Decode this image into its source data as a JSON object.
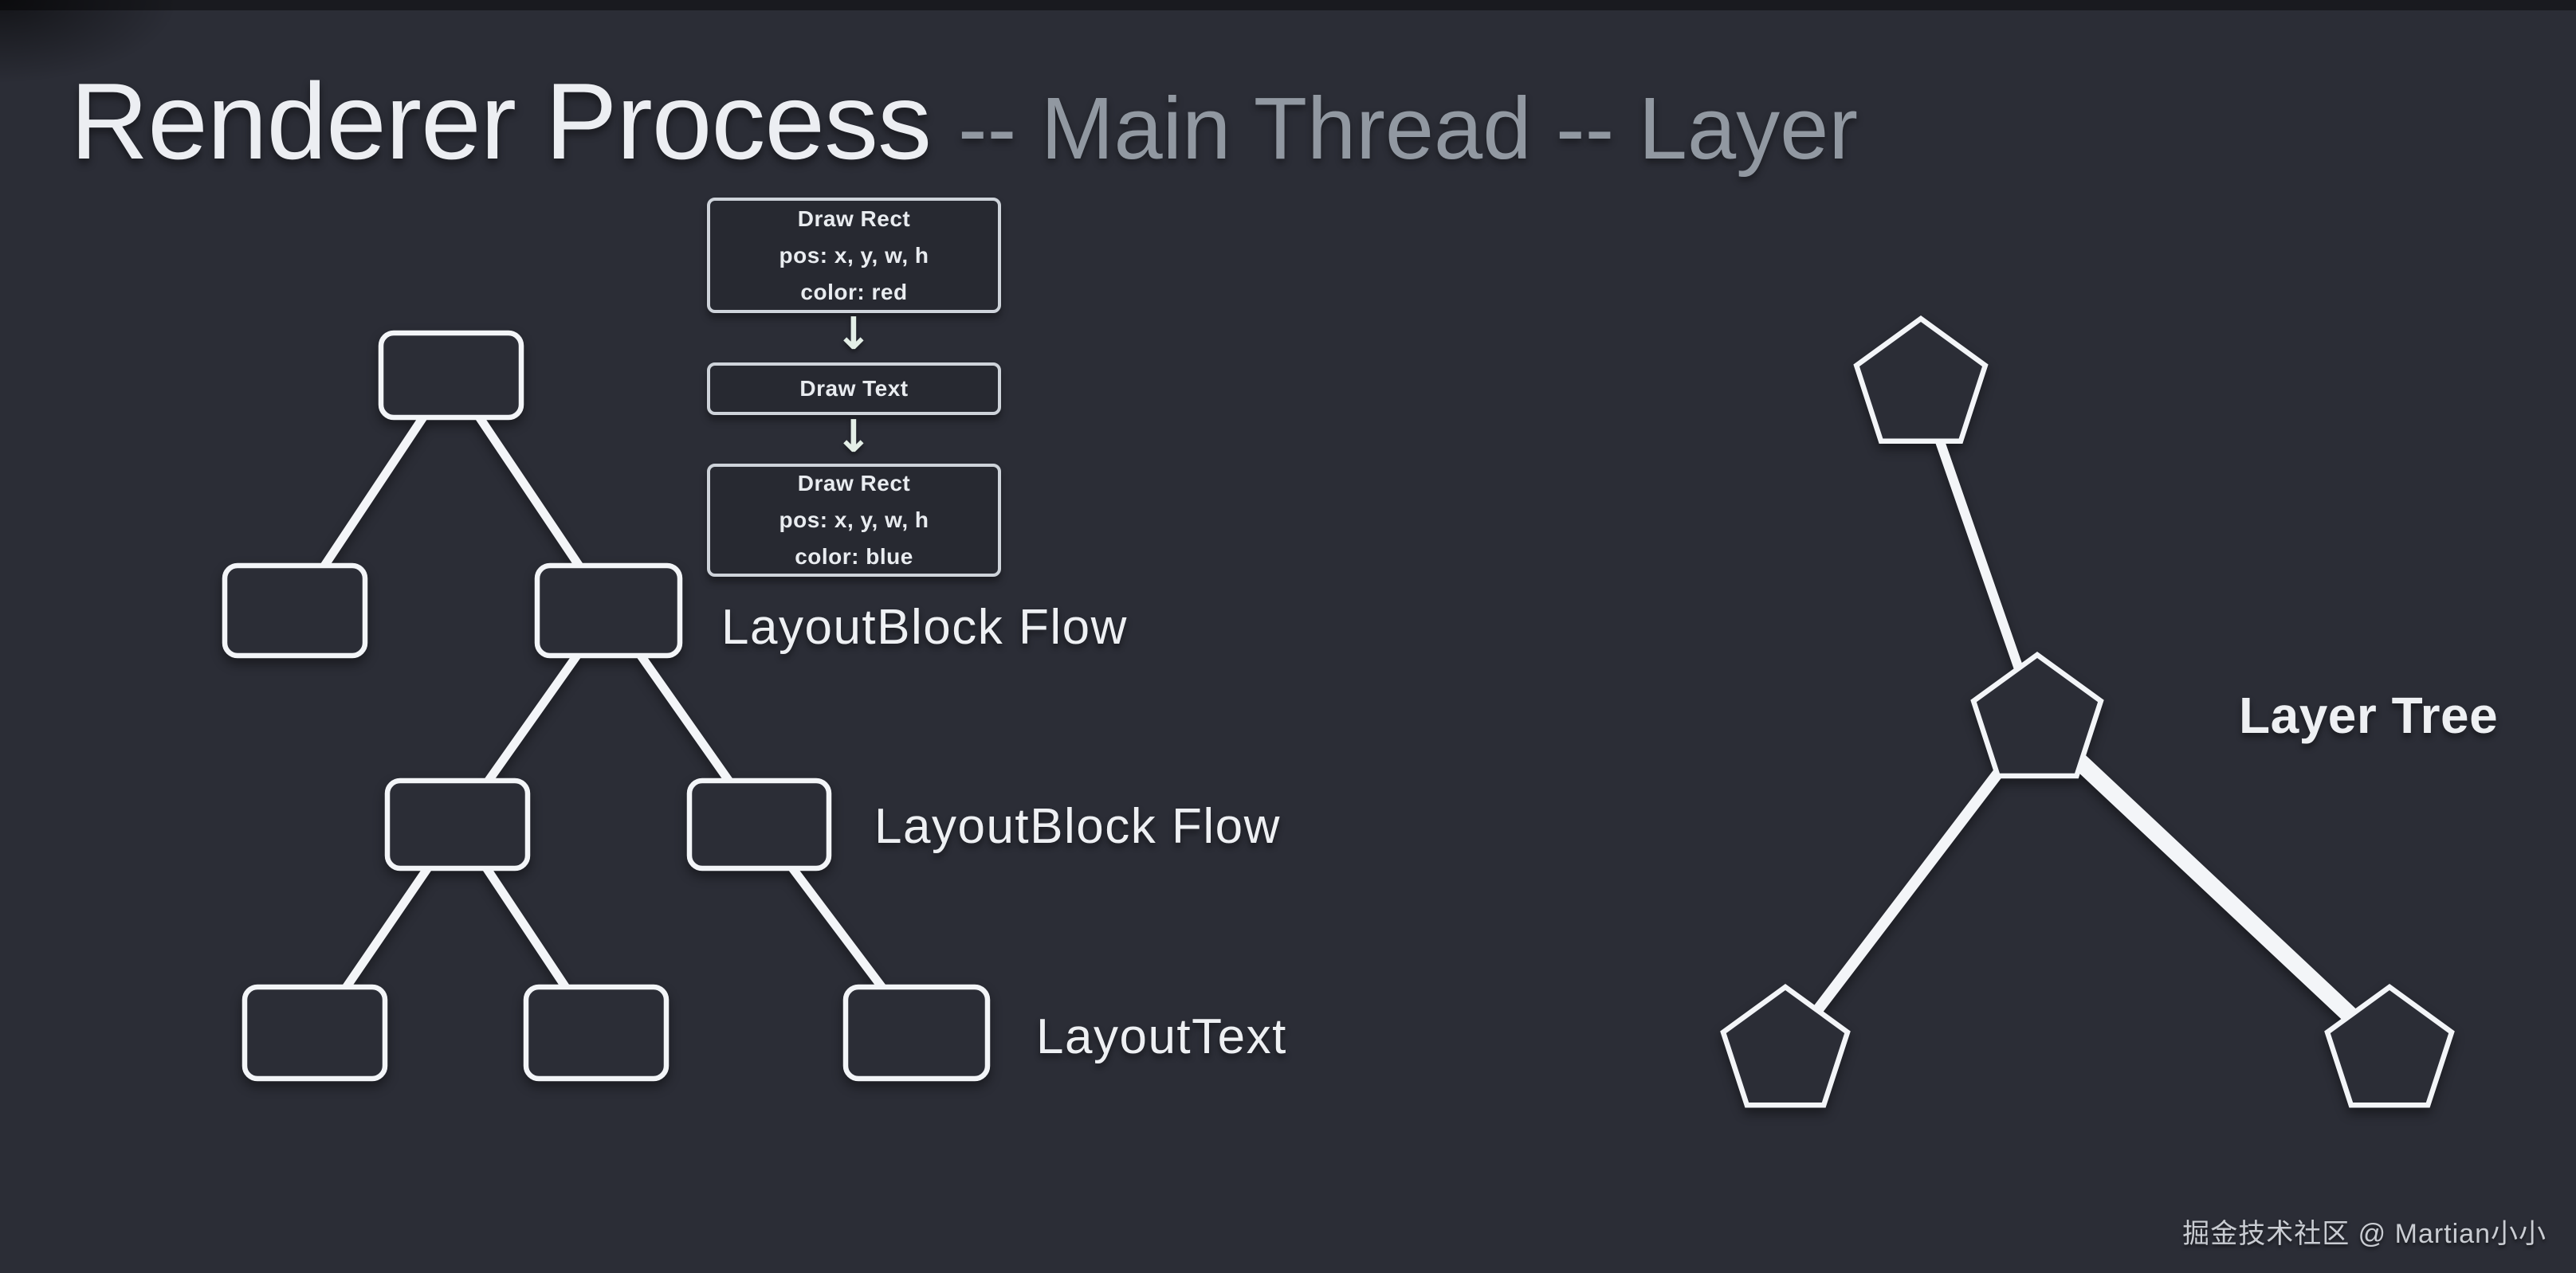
{
  "title": {
    "main": "Renderer Process",
    "suffix": "-- Main Thread -- Layer"
  },
  "display_list": {
    "arrow_glyph": "↓",
    "boxes": [
      {
        "id": "draw-rect-red",
        "lines": [
          "Draw Rect",
          "pos: x, y, w, h",
          "color: red"
        ]
      },
      {
        "id": "draw-text",
        "lines": [
          "Draw Text"
        ]
      },
      {
        "id": "draw-rect-blue",
        "lines": [
          "Draw Rect",
          "pos: x, y, w, h",
          "color: blue"
        ]
      }
    ]
  },
  "labels": {
    "layout_block_flow_1": "LayoutBlock Flow",
    "layout_block_flow_2": "LayoutBlock Flow",
    "layout_text": "LayoutText",
    "layer_tree": "Layer Tree"
  },
  "watermark": {
    "text": "掘金技术社区 @ Martian小小"
  },
  "colors": {
    "bg": "#2b2d36",
    "stroke": "#f3f5f8",
    "title_main": "#eceef2",
    "title_muted": "#9198a1",
    "box_border": "#ced3da",
    "box_text": "#e9ecf0",
    "arrow": "#e4efe7",
    "label_text": "#eef0f3",
    "watermark": "#c9ccd2"
  }
}
